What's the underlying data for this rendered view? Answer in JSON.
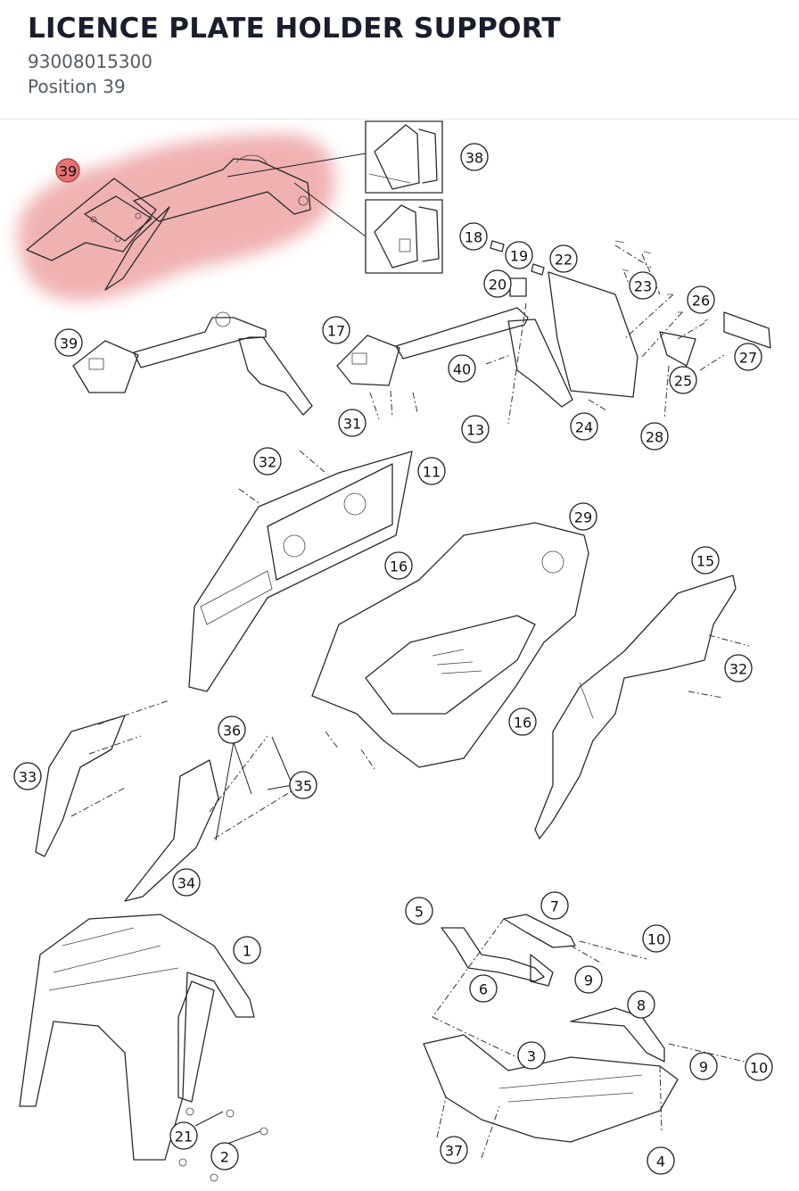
{
  "header": {
    "title": "LICENCE PLATE HOLDER SUPPORT",
    "part_number": "93008015300",
    "position": "Position 39"
  },
  "highlight": {
    "label": "39",
    "color": "#e57373"
  },
  "callouts": [
    {
      "label": "39",
      "highlight": true
    },
    {
      "label": "38"
    },
    {
      "label": "18"
    },
    {
      "label": "19"
    },
    {
      "label": "20"
    },
    {
      "label": "22"
    },
    {
      "label": "23"
    },
    {
      "label": "39"
    },
    {
      "label": "17"
    },
    {
      "label": "26"
    },
    {
      "label": "27"
    },
    {
      "label": "25"
    },
    {
      "label": "40"
    },
    {
      "label": "31"
    },
    {
      "label": "13"
    },
    {
      "label": "24"
    },
    {
      "label": "28"
    },
    {
      "label": "32"
    },
    {
      "label": "11"
    },
    {
      "label": "29"
    },
    {
      "label": "16"
    },
    {
      "label": "15"
    },
    {
      "label": "32"
    },
    {
      "label": "16"
    },
    {
      "label": "36"
    },
    {
      "label": "35"
    },
    {
      "label": "33"
    },
    {
      "label": "34"
    },
    {
      "label": "7"
    },
    {
      "label": "5"
    },
    {
      "label": "10"
    },
    {
      "label": "6"
    },
    {
      "label": "9"
    },
    {
      "label": "1"
    },
    {
      "label": "8"
    },
    {
      "label": "3"
    },
    {
      "label": "9"
    },
    {
      "label": "10"
    },
    {
      "label": "21"
    },
    {
      "label": "2"
    },
    {
      "label": "37"
    },
    {
      "label": "4"
    }
  ]
}
